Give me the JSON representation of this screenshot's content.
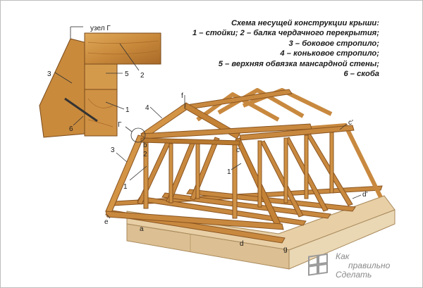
{
  "legend": {
    "title": "Схема несущей конструкции крыши:",
    "lines": [
      "1 – стойки; 2 – балка чердачного перекрытия;",
      "3 – боковое стропило;",
      "4 – коньковое стропило;",
      "5 – верхняя обвязка мансардной стены;",
      "6 – скоба"
    ]
  },
  "detail": {
    "title": "узел Г",
    "labels": [
      "2",
      "3",
      "5",
      "1",
      "6"
    ]
  },
  "labels": {
    "f": "f",
    "four": "4",
    "gamma": "Г",
    "b": "b",
    "two": "2",
    "three": "3",
    "one_left": "1",
    "one_mid": "1",
    "c": "c",
    "c_prime": "c'",
    "d_prime": "d'",
    "e": "e",
    "a": "a",
    "d": "d",
    "g": "g"
  },
  "watermark": {
    "line1": "Как",
    "line2": "правильно",
    "line3": "Сделать"
  },
  "colors": {
    "wood": "#c8893f",
    "wood_dark": "#8a5420",
    "wood_light": "#e2b06a",
    "foundation": "#e8cfa6",
    "foundation_edge": "#a88a5c"
  }
}
